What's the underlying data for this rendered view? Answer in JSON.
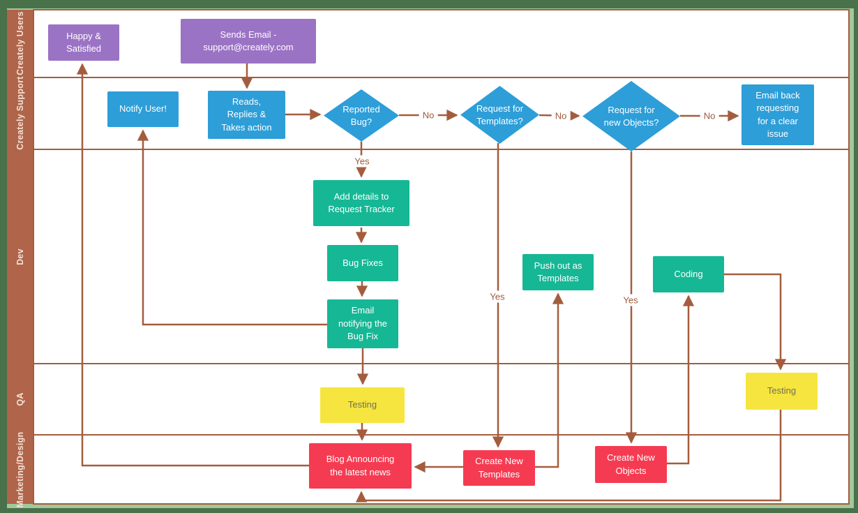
{
  "lanes": [
    {
      "label": "Creately Users"
    },
    {
      "label": "Creately Support"
    },
    {
      "label": "Dev"
    },
    {
      "label": "QA"
    },
    {
      "label": "Marketing/Design"
    }
  ],
  "nodes": {
    "happy_satisfied": {
      "label": "Happy &\nSatisfied",
      "lane": "Creately Users"
    },
    "sends_email": {
      "label": "Sends Email -\nsupport@creately.com",
      "lane": "Creately Users"
    },
    "notify_user": {
      "label": "Notify User!",
      "lane": "Creately Support"
    },
    "reads_replies": {
      "label": "Reads,\nReplies &\nTakes action",
      "lane": "Creately Support"
    },
    "reported_bug": {
      "label": "Reported\nBug?",
      "lane": "Creately Support"
    },
    "request_templates": {
      "label": "Request for\nTemplates?",
      "lane": "Creately Support"
    },
    "request_objects": {
      "label": "Request for\nnew Objects?",
      "lane": "Creately Support"
    },
    "email_back": {
      "label": "Email back\nrequesting\nfor a clear\nissue",
      "lane": "Creately Support"
    },
    "add_details": {
      "label": "Add details to\nRequest Tracker",
      "lane": "Dev"
    },
    "bug_fixes": {
      "label": "Bug Fixes",
      "lane": "Dev"
    },
    "email_notifying": {
      "label": "Email\nnotifying the\nBug Fix",
      "lane": "Dev"
    },
    "push_out_templates": {
      "label": "Push out as\nTemplates",
      "lane": "Dev"
    },
    "coding": {
      "label": "Coding",
      "lane": "Dev"
    },
    "testing_dev": {
      "label": "Testing",
      "lane": "QA"
    },
    "testing_objects": {
      "label": "Testing",
      "lane": "QA"
    },
    "blog_announcing": {
      "label": "Blog Announcing\nthe latest news",
      "lane": "Marketing/Design"
    },
    "create_templates": {
      "label": "Create New\nTemplates",
      "lane": "Marketing/Design"
    },
    "create_objects": {
      "label": "Create New\nObjects",
      "lane": "Marketing/Design"
    }
  },
  "edge_labels": {
    "reported_bug_no": "No",
    "request_templates_no": "No",
    "request_objects_no": "No",
    "reported_bug_yes": "Yes",
    "request_templates_yes": "Yes",
    "request_objects_yes": "Yes"
  },
  "colors": {
    "user_node": "#9b73c4",
    "support_node": "#2d9ed8",
    "dev_node": "#16b795",
    "qa_node": "#f6e53f",
    "marketing_node": "#f53b52",
    "connector": "#a35d3e",
    "lane_bar": "#b0644a",
    "frame_outer": "#49714a",
    "frame_inner": "#a3c89b"
  }
}
